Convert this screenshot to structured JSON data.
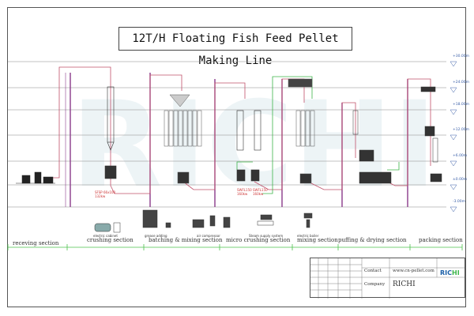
{
  "title": "12T/H Floating Fish Feed Pellet Making Line",
  "elevations": [
    "+30.00m",
    "+24.00m",
    "+18.00m",
    "+12.00m",
    "+6.00m",
    "±0.00m",
    "-3.00m"
  ],
  "auxiliary_equipment": [
    "electric cabinet",
    "grease adding",
    "air compressor",
    "Steam supply system",
    "electric boiler"
  ],
  "equipment_tags": [
    "SFSP 66x100",
    "132kw",
    "SWFL150",
    "160kw",
    "SWFL150",
    "160kw"
  ],
  "sections": [
    "receving section",
    "crushing section",
    "batching & mixing section",
    "micro crushing section",
    "mixing section",
    "puffing & drying section",
    "packing section"
  ],
  "title_block": {
    "contact_label": "Contact",
    "contact_value": "www.cn-pellet.com",
    "company_label": "Company",
    "company_value": "RICHI",
    "logo_text": "RICHI"
  },
  "colors": {
    "pipe": "#c0506a",
    "air": "#3cb54a",
    "frame": "#8a3a8a",
    "level": "#777777",
    "section_line": "#4cc24c"
  }
}
